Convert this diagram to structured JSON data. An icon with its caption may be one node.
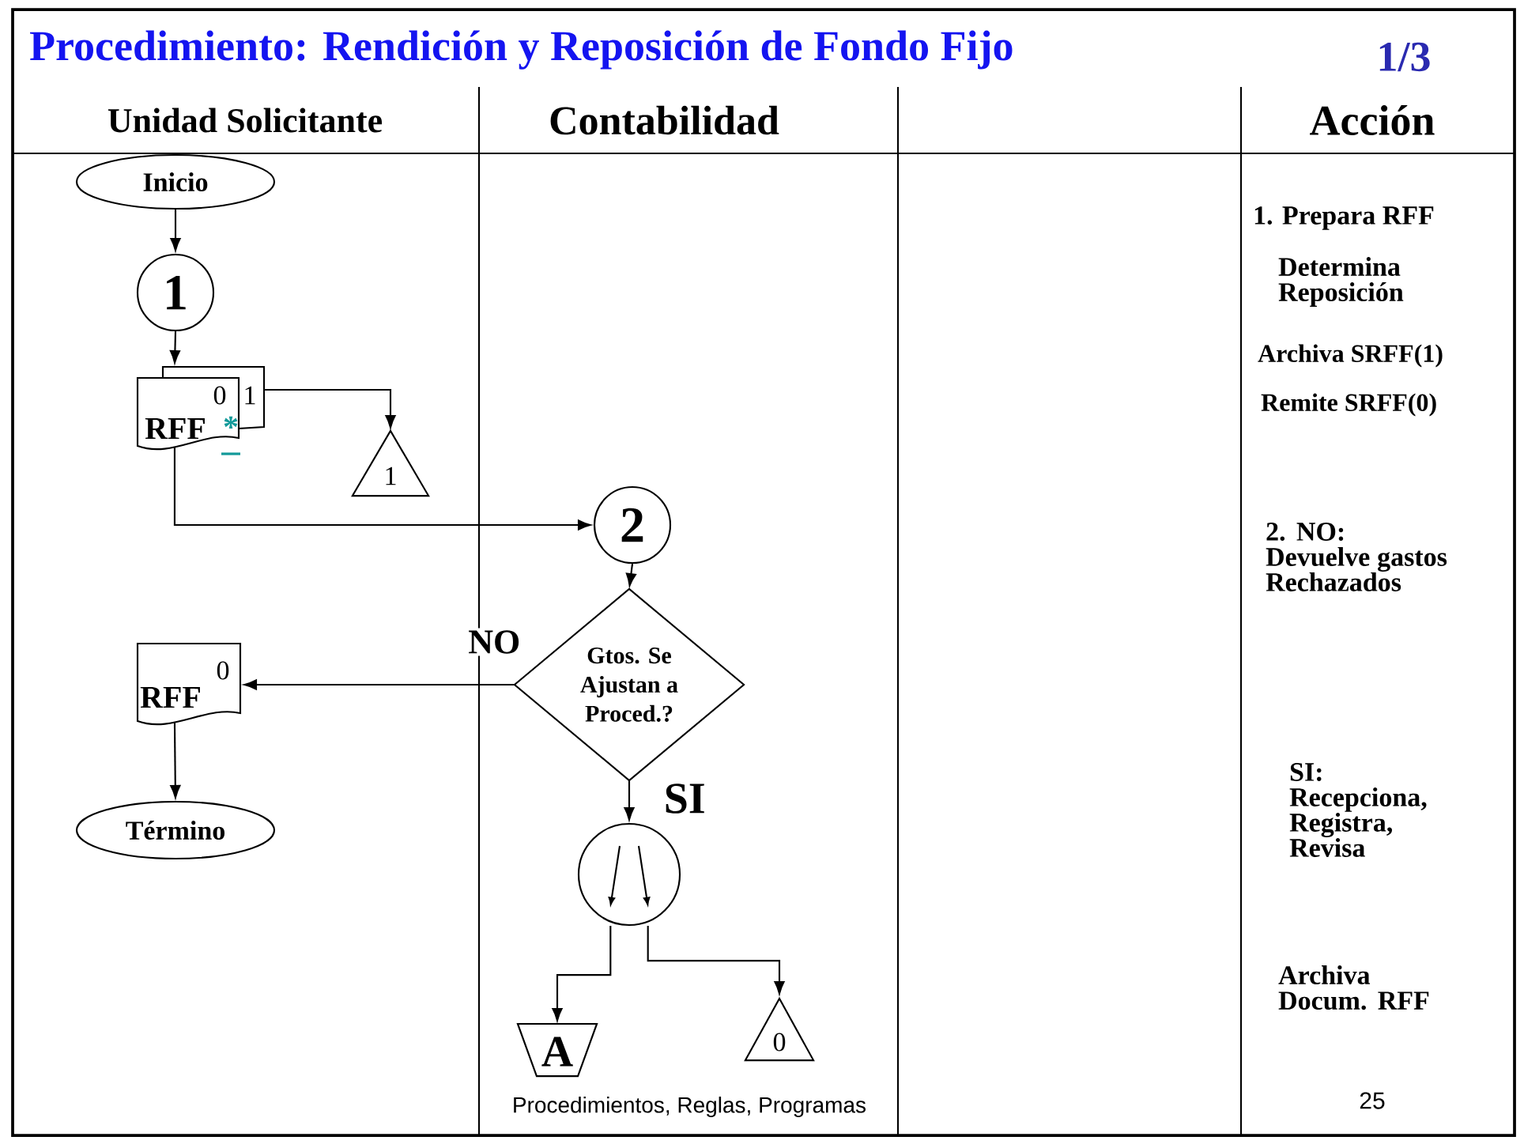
{
  "diagram": {
    "title": "Procedimiento:  Rendición y Reposición de Fondo Fijo",
    "nodes": [
      {
        "text": [
          "Inicio"
        ]
      },
      {
        "text": [
          "1"
        ]
      },
      {
        "text": [
          "RFF",
          "0",
          "1",
          "*"
        ]
      },
      {
        "text": [
          "1"
        ]
      },
      {
        "text": [
          "2"
        ]
      },
      {
        "text": [
          "Gtos. Se Ajustan a Proced.?"
        ]
      },
      {
        "text": [
          "RFF",
          "0"
        ]
      },
      {
        "text": [
          "Término"
        ]
      },
      {
        "text": [],
        "shape": "circle"
      },
      {
        "text": [
          "A"
        ]
      },
      {
        "text": [
          "0"
        ]
      }
    ],
    "edges": [
      {
        "from": 0,
        "to": 1,
        "arrow": "to"
      },
      {
        "from": 1,
        "to": 2,
        "arrow": "to"
      },
      {
        "from": 2,
        "to": 3,
        "arrow": "to"
      },
      {
        "from": 2,
        "to": 4,
        "arrow": "to"
      },
      {
        "from": 4,
        "to": 5,
        "arrow": "to"
      },
      {
        "from": 5,
        "to": 6,
        "arrow": "to",
        "label": "NO"
      },
      {
        "from": 6,
        "to": 7,
        "arrow": "to"
      },
      {
        "from": 5,
        "to": 8,
        "arrow": "to",
        "label": "SI"
      },
      {
        "from": 8,
        "to": 9,
        "arrow": "to"
      },
      {
        "from": 8,
        "to": 10,
        "arrow": "to"
      }
    ],
    "labels": [
      "1/3",
      "Unidad Solicitante",
      "Contabilidad",
      "Acción",
      "1. Prepara RFF",
      "Determina Reposición",
      "Archiva SRFF(1)",
      "Remite SRFF(0)",
      "2. NO: Devuelve gastos Rechazados",
      "SI: Recepciona, Registra, Revisa",
      "Archiva Docum. RFF",
      "Procedimientos, Reglas, Programas",
      "25"
    ]
  }
}
